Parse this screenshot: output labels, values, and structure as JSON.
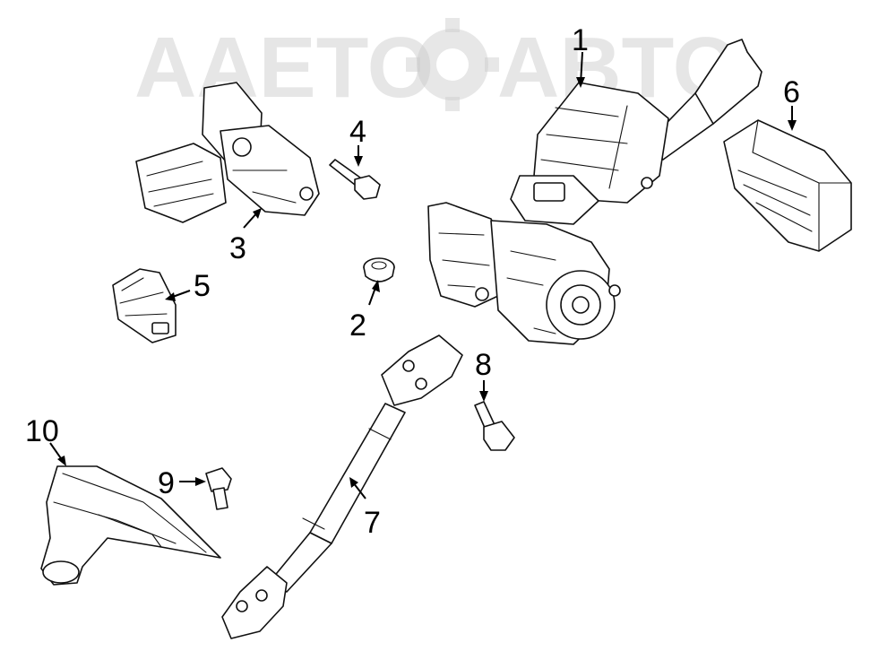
{
  "watermark": {
    "text": "AAETOABTO",
    "color": "#c9c9c9"
  },
  "callouts": {
    "c1": "1",
    "c2": "2",
    "c3": "3",
    "c4": "4",
    "c5": "5",
    "c6": "6",
    "c7": "7",
    "c8": "8",
    "c9": "9",
    "c10": "10"
  },
  "colors": {
    "line": "#111111",
    "background": "#ffffff"
  }
}
